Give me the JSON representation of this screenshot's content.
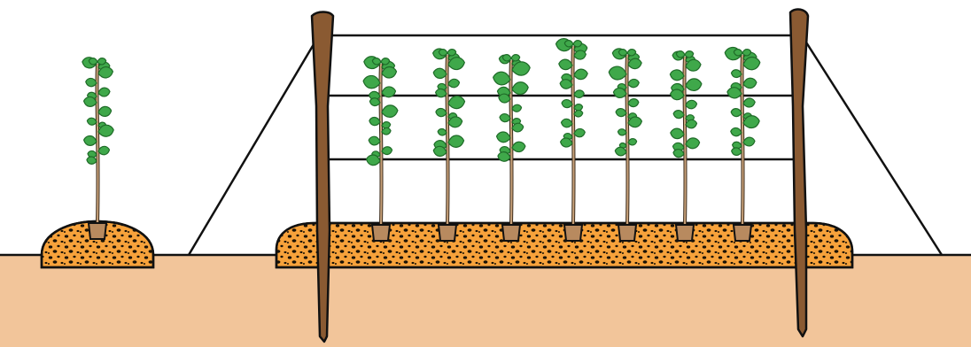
{
  "colors": {
    "sky": "#ffffff",
    "ground": "#f2c59a",
    "mound": "#f7a23b",
    "mound_dots": "#1a1206",
    "outline": "#111111",
    "post": "#8a5a32",
    "post_dark": "#5e3a1c",
    "stem": "#c9a27a",
    "leaf": "#3fa84a",
    "leaf_dark": "#1f6b28",
    "pot": "#b88a5f",
    "wire": "#111111"
  },
  "scene": {
    "single_plant_count": 1,
    "trellis_plant_count": 7,
    "trellis_post_count": 2,
    "trellis_wire_count": 3,
    "guy_wire_count": 2
  },
  "icons": {
    "plant": "raspberry-cane-icon",
    "post": "wooden-post-icon",
    "mound": "soil-mound-icon"
  }
}
